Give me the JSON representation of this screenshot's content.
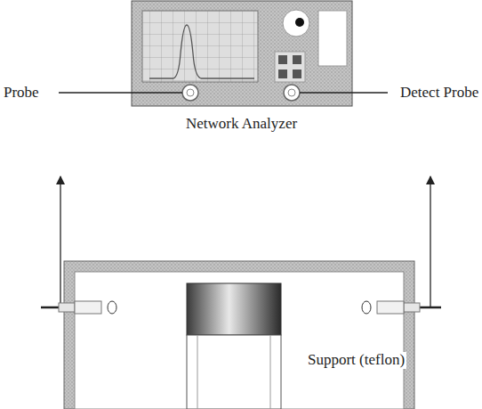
{
  "diagram": {
    "nodes": [
      {
        "text": [
          "Network Analyzer"
        ]
      }
    ],
    "labels": [
      "Probe",
      "Detect Probe",
      "Support (teflon)"
    ]
  }
}
